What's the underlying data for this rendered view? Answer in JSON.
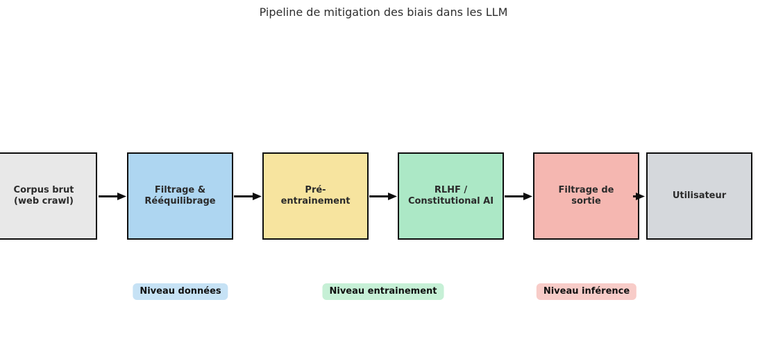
{
  "title": "Pipeline de mitigation des biais dans les LLM",
  "diagram": {
    "boxes": [
      {
        "id": "corpus-brut",
        "line1": "Corpus brut",
        "line2": "(web crawl)",
        "fill": "#E8E8E8"
      },
      {
        "id": "filtrage",
        "line1": "Filtrage &",
        "line2": "Rééquilibrage",
        "fill": "#AED6F1"
      },
      {
        "id": "pre-entrainement",
        "line1": "Pré-",
        "line2": "entrainement",
        "fill": "#F7E49F"
      },
      {
        "id": "rlhf",
        "line1": "RLHF /",
        "line2": "Constitutional AI",
        "fill": "#ACE8C6"
      },
      {
        "id": "filtrage-sortie",
        "line1": "Filtrage de",
        "line2": "sortie",
        "fill": "#F5B7B1"
      },
      {
        "id": "utilisateur",
        "line1": "Utilisateur",
        "fill": "#D5D8DC"
      }
    ],
    "stage_labels": [
      {
        "id": "niveau-donnees",
        "text": "Niveau données",
        "fill": "#C6E2F5"
      },
      {
        "id": "niveau-entrainement",
        "text": "Niveau entrainement",
        "fill": "#C6F0D6"
      },
      {
        "id": "niveau-inference",
        "text": "Niveau inférence",
        "fill": "#F8CCC8"
      }
    ],
    "arrow_color": "#0d0d0d"
  }
}
